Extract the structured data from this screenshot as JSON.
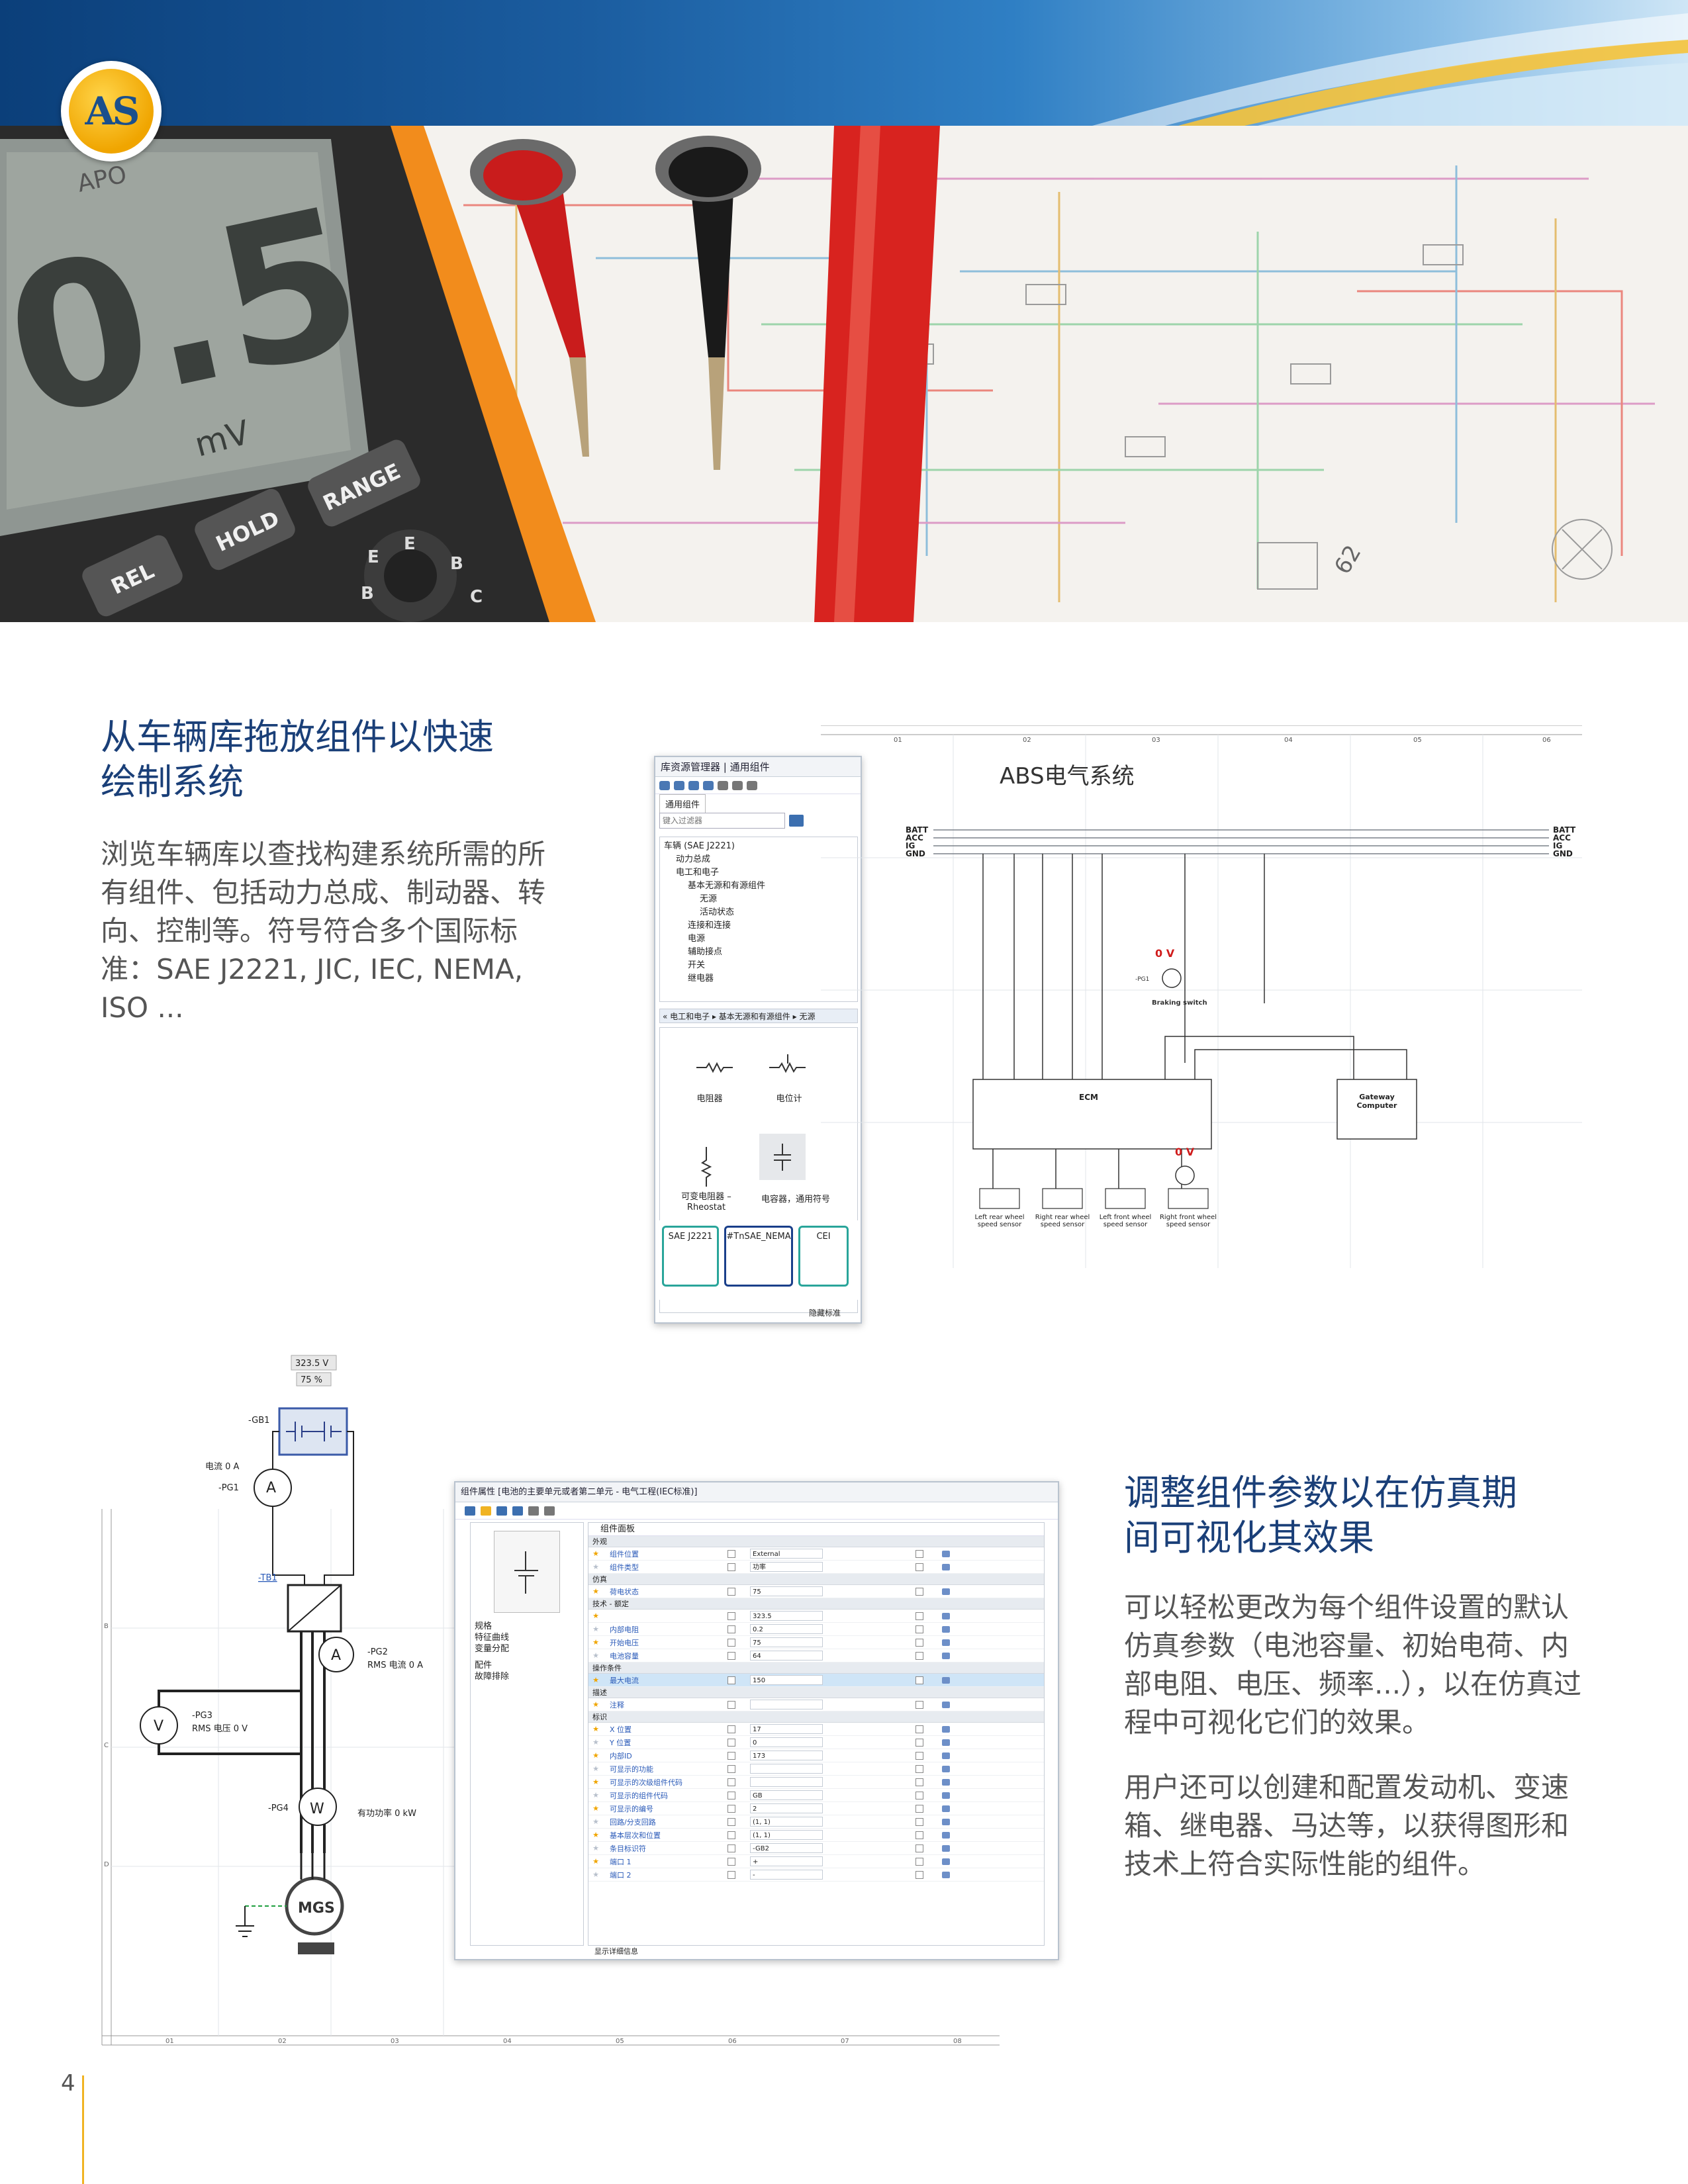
{
  "logo": {
    "letters": "AS"
  },
  "hero": {
    "meter_reading": "0.5",
    "meter_unit": "mV",
    "meter_label": "APO",
    "buttons": [
      "REL",
      "HOLD",
      "RANGE"
    ],
    "jack_letters": [
      "E",
      "E",
      "B",
      "B",
      "C"
    ],
    "schematic_label": "62"
  },
  "section1": {
    "heading_line1": "从车辆库拖放组件以快速",
    "heading_line2": "绘制系统",
    "body": "浏览车辆库以查找构建系统所需的所有组件、包括动力总成、制动器、转向、控制等。符号符合多个国际标准：SAE J2221, JIC, IEC, NEMA, ISO ..."
  },
  "section2": {
    "heading_line1": "调整组件参数以在仿真期",
    "heading_line2": "间可视化其效果",
    "body_p1": "可以轻松更改为每个组件设置的默认仿真参数（电池容量、初始电荷、内部电阻、电压、频率...），以在仿真过程中可视化它们的效果。",
    "body_p2": "用户还可以创建和配置发动机、变速箱、继电器、马达等，以获得图形和技术上符合实际性能的组件。"
  },
  "library_panel": {
    "title": "库资源管理器 | 通用组件",
    "tab": "通用组件",
    "search_placeholder": "键入过滤器",
    "tree": [
      "车辆 (SAE J2221)",
      "动力总成",
      "电工和电子",
      "基本无源和有源组件",
      "无源",
      "活动状态",
      "连接和连接",
      "电源",
      "辅助接点",
      "开关",
      "继电器"
    ],
    "breadcrumb": "« 电工和电子 ▸ 基本无源和有源组件 ▸ 无源",
    "symbols": [
      "电阻器",
      "电位计",
      "可变电阻器 – Rheostat",
      "电容器，通用符号"
    ],
    "standards": [
      "SAE J2221",
      "#TnSAE_NEMA",
      "CEI"
    ],
    "footer": "隐藏标准"
  },
  "abs_diagram": {
    "title": "ABS电气系统",
    "columns": [
      "01",
      "02",
      "03",
      "04",
      "05",
      "06"
    ],
    "buses": [
      "BATT",
      "ACC",
      "IG",
      "GND"
    ],
    "ecm_label": "ECM",
    "gateway_label": "Gateway Computer",
    "switch_label": "Braking switch",
    "switch_tag": "-PG1",
    "voltage_label": "0 V",
    "sensors": [
      "Left rear wheel speed sensor",
      "Right rear wheel speed sensor",
      "Left front wheel speed sensor",
      "Right front wheel speed sensor"
    ]
  },
  "motor_diagram": {
    "battery_voltage": "323.5 V",
    "battery_percent": "75 %",
    "battery_tag": "-GB1",
    "pg1_tag": "-PG1",
    "pg1_value": "电流 0 A",
    "tb1_tag": "-TB1",
    "pg2_tag": "-PG2",
    "pg2_value": "RMS 电流 0 A",
    "pg3_tag": "-PG3",
    "pg3_value": "RMS 电压 0 V",
    "pg4_tag": "-PG4",
    "pg4_value": "有功功率 0 kW",
    "motor_label": "MGS",
    "rows": [
      "B",
      "C",
      "D"
    ],
    "columns": [
      "01",
      "02",
      "03",
      "04",
      "05",
      "06",
      "07",
      "08"
    ]
  },
  "properties_panel": {
    "title": "组件属性 [电池的主要单元或者第二单元 - 电气工程(IEC标准)]",
    "section_header": "组件面板",
    "left_items": [
      "规格",
      "特征曲线",
      "变量分配",
      "配件",
      "故障排除"
    ],
    "groups": [
      {
        "name": "外观",
        "rows": [
          {
            "label": "组件位置",
            "value": "External"
          },
          {
            "label": "组件类型",
            "value": "功率"
          }
        ]
      },
      {
        "name": "仿真",
        "rows": [
          {
            "label": "荷电状态",
            "value": "75"
          }
        ]
      },
      {
        "name": "技术 - 额定",
        "rows": [
          {
            "label": "",
            "value": "323.5"
          },
          {
            "label": "内部电阻",
            "value": "0.2"
          },
          {
            "label": "开始电压",
            "value": "75"
          },
          {
            "label": "电池容量",
            "value": "64"
          }
        ]
      },
      {
        "name": "操作条件",
        "rows": [
          {
            "label": "最大电流",
            "value": "150"
          }
        ]
      },
      {
        "name": "描述",
        "rows": [
          {
            "label": "注释",
            "value": ""
          }
        ]
      },
      {
        "name": "标识",
        "rows": [
          {
            "label": "X 位置",
            "value": "17"
          },
          {
            "label": "Y 位置",
            "value": "0"
          },
          {
            "label": "内部ID",
            "value": "173"
          },
          {
            "label": "可显示的功能",
            "value": ""
          },
          {
            "label": "可显示的次级组件代码",
            "value": ""
          },
          {
            "label": "可显示的组件代码",
            "value": "GB"
          },
          {
            "label": "可显示的编号",
            "value": "2"
          },
          {
            "label": "回路/分支回路",
            "value": "(1, 1)"
          },
          {
            "label": "基本层次和位置",
            "value": "(1, 1)"
          },
          {
            "label": "条目标识符",
            "value": "-GB2"
          },
          {
            "label": "端口 1",
            "value": "+"
          },
          {
            "label": "端口 2",
            "value": "-"
          }
        ]
      }
    ],
    "footer": "显示详细信息"
  },
  "page_number": "4"
}
